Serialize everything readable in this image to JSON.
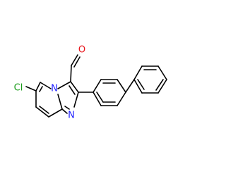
{
  "molecule": {
    "atoms": {
      "chlorine": "Cl",
      "ring_nitrogen": "N",
      "imidazole_nitrogen": "N",
      "aldehyde_oxygen": "O"
    }
  },
  "colors": {
    "bond": "#000000",
    "chlorine": "#1a9c1a",
    "nitrogen": "#1f1fff",
    "oxygen": "#e8141b"
  }
}
